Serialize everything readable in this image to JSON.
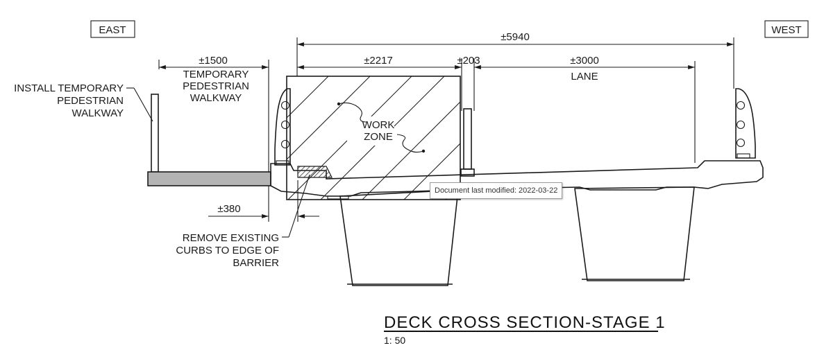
{
  "labels": {
    "east": "EAST",
    "west": "WEST",
    "install_note": [
      "INSTALL TEMPORARY",
      "PEDESTRIAN",
      "WALKWAY"
    ],
    "walkway_label": [
      "TEMPORARY",
      "PEDESTRIAN",
      "WALKWAY"
    ],
    "work_zone": [
      "WORK",
      "ZONE"
    ],
    "lane": "LANE",
    "remove_note": [
      "REMOVE EXISTING",
      "CURBS TO EDGE OF",
      "BARRIER"
    ]
  },
  "dimensions": {
    "overall": "±5940",
    "walkway": "±1500",
    "work_zone_width": "±2217",
    "gap": "±203",
    "lane_width": "±3000",
    "curb_offset": "±380"
  },
  "title": {
    "main": "DECK CROSS SECTION-STAGE 1",
    "scale": "1: 50"
  },
  "tooltip": "Document last modified: 2022-03-22"
}
